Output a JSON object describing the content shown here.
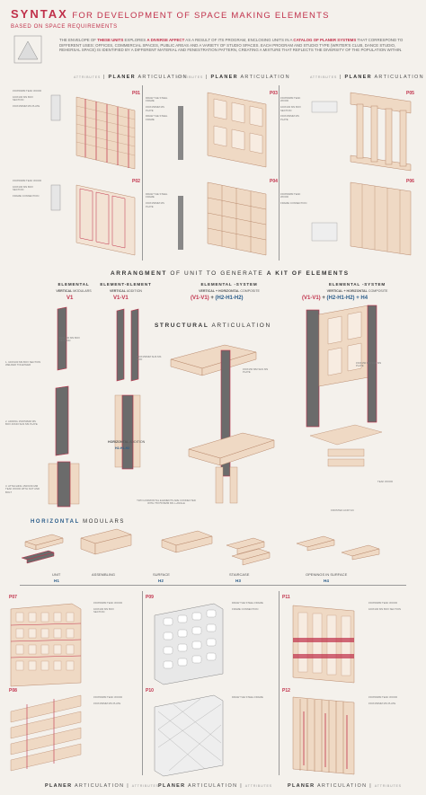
{
  "header": {
    "title_bold": "SYNTAX",
    "title_rest": "FOR DEVELOPMENT OF SPACE MAKING ELEMENTS",
    "subtitle": "BASED ON SPACE REQUIREMENTS"
  },
  "intro": {
    "p1": "THE ENVELOPE OF",
    "h1": "THESE UNITS",
    "p2": "EXPLORES",
    "h2": "A DIVERSE AFFECT",
    "p3": "AS A RESULT OF ITS PROGRAM, ENCLOSING UNITS IN A",
    "h3": "CATALOG OF PLANER SYSTEMS",
    "p4": "THAT CORRESPOND TO DIFFERENT USES: OFFICES, COMMERCIAL SPACES, PUBLIC AREAS AND A VARIETY OF STUDIO SPACES. EACH PROGRAM AND STUDIO TYPE (WRITER'S CLUB, DANCE STUDIO, REHERSAL SPACE) IS IDENTIFIED BY A DIFFERENT MATERIAL AND FENESTRATION PATTERN, CREATING A MIXTURE THAT REFLECTS THE DIVERSITY OF THE POPULATION WITHIN."
  },
  "planer_headers": {
    "attributes": "ATTRIBUTES",
    "planer": "PLANER",
    "articulation": "ARTICULATION"
  },
  "panels": {
    "p01": "P01",
    "p02": "P02",
    "p03": "P03",
    "p04": "P04",
    "p05": "P05",
    "p06": "P06",
    "p07": "P07",
    "p08": "P08",
    "p09": "P09",
    "p10": "P10",
    "p11": "P11",
    "p12": "P12"
  },
  "arrangement": {
    "pre": "ARRANGMENT",
    "mid": "OF UNIT TO GENERATE",
    "bold": "A KIT OF ELEMENTS"
  },
  "columns": [
    {
      "head": "ELEMENTAL",
      "sub_bold": "VERTICAL",
      "sub": "MODULARS",
      "formula": "V1"
    },
    {
      "head": "ELEMENT-ELEMENT",
      "sub_bold": "VERTICAL",
      "sub": "ADDITION",
      "formula": "V1-V1"
    },
    {
      "head": "ELEMENTAL -SYSTEM",
      "sub_bold": "VERTICAL + HORIZONTAL",
      "sub": "COMPOSITE",
      "formula_red": "(V1-V1)",
      "formula_plus": "+",
      "formula_blue": "(H2-H1-H2)"
    },
    {
      "head": "ELEMENTAL -SYSTEM",
      "sub_bold": "VERTICAL + HORIZONTAL",
      "sub": "COMPOSITE",
      "formula_red": "(V1-V1)",
      "formula_plus": "+",
      "formula_blue": "(H2-H1-H2) + H4"
    }
  ],
  "structural": {
    "bold": "STRUCTURAL",
    "rest": "ARTICULATION"
  },
  "annotations": {
    "a1": "1. 100X100 MS BOX SECTION WELDED TOGETHER",
    "a2": "2. ADDING 150X50MM MS BOX 40X40 SHS MS PLATE",
    "a3": "3. ATTACHING 150X150 MM TEAK WOOD WITH NUT AND BOLT",
    "a4": "150X150MM SHS MS ROD",
    "a5": "100X100 MS BOX SECTION",
    "a6": "TWO HORIZONTAL ELEMENTS ARE CONNECTED WITH 75X75X6MM MS L-ANGLE",
    "a7": "TEAK WOOD",
    "a8": "FROSTED ACRYLIC",
    "a9": "150X150 MM SHS MS PLATE",
    "h_add_bold": "HORIZONTAL",
    "h_add": "ADDITION",
    "h_add_formula": "H2-H1-H2",
    "horizontal_bold": "HORIZONTAL",
    "horizontal_rest": "MODULARS"
  },
  "sequence": {
    "labels": [
      "UNIT",
      "ASSEMBLING",
      "SURFACE",
      "STAIRCASE",
      "OPENINGS IN SURFACE"
    ],
    "codes": [
      "H1",
      "H2",
      "H3",
      "H4"
    ]
  },
  "side_notes": {
    "n1": "150X50MM TEAK WOOD",
    "n2": "100X100 MS BOX SECTION",
    "n3": "DRAW THE STEEL FRAME",
    "n4": "150X150MM MS PLATE",
    "n5": "FRAME CONNECTION"
  },
  "colors": {
    "accent": "#c0304a",
    "blue": "#2b5d8a",
    "wood": "#efd9c4",
    "wood_edge": "#b98a6e",
    "steel": "#6b6b6b"
  }
}
